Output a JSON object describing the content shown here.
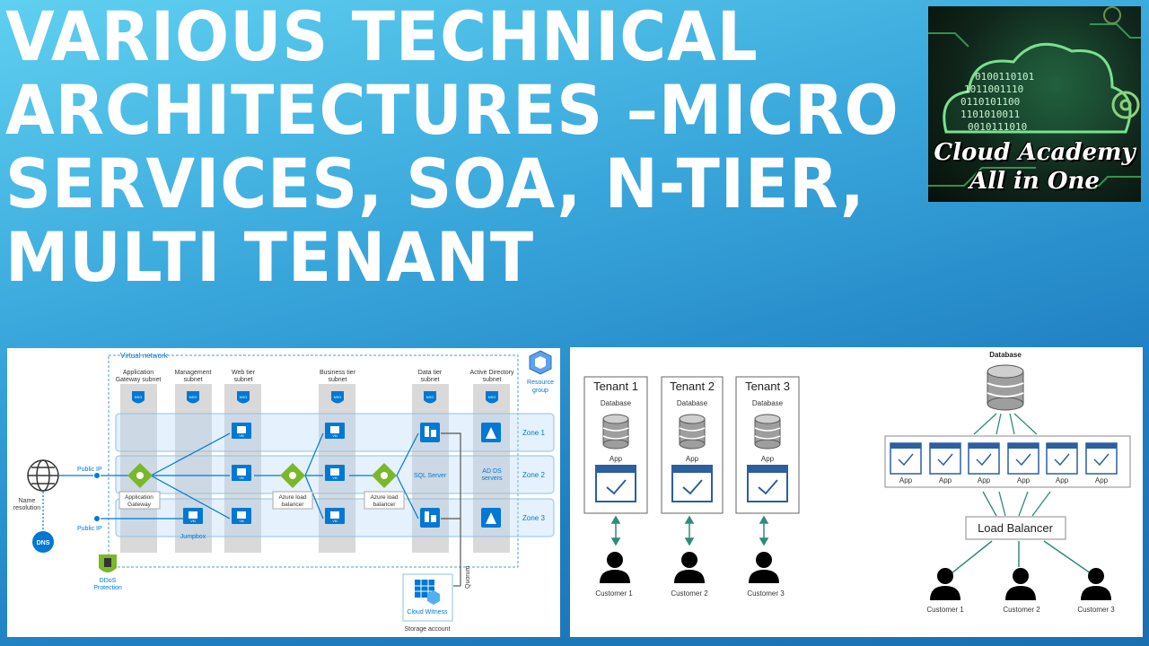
{
  "title": {
    "line1": "VARIOUS TECHNICAL",
    "line2": "ARCHITECTURES –MICRO",
    "line3": "SERVICES, SOA, N-TIER,",
    "line4": "MULTI TENANT"
  },
  "logo": {
    "line1": "Cloud Academy",
    "line2": "All in One",
    "binary": [
      "0100110101",
      "1011001110",
      "0110101100",
      "1101010011",
      "0010111010"
    ]
  },
  "ntier": {
    "virtual_network": "Virtual network",
    "resource_group": [
      "Resource",
      "group"
    ],
    "columns": [
      [
        "Application",
        "Gateway subnet"
      ],
      [
        "Management",
        "subnet"
      ],
      [
        "Web tier",
        "subnet"
      ],
      [
        "Business tier",
        "subnet"
      ],
      [
        "Data tier",
        "subnet"
      ],
      [
        "Active Directory",
        "subnet"
      ]
    ],
    "zones": [
      "Zone 1",
      "Zone 2",
      "Zone 3"
    ],
    "nsg": "NSG",
    "vm": "VM",
    "name_resolution": [
      "Name",
      "resolution"
    ],
    "dns": "DNS",
    "public_ip": "Public IP",
    "app_gateway": [
      "Application",
      "Gateway"
    ],
    "jumpbox": "Jumpbox",
    "lb": [
      "Azure load",
      "balancer"
    ],
    "sql_server": "SQL Server",
    "adds": [
      "AD DS",
      "servers"
    ],
    "ddos": [
      "DDoS",
      "Protection"
    ],
    "quorum": "Quorum",
    "cloud_witness": "Cloud Witness",
    "storage_account": "Storage account"
  },
  "tenant": {
    "tenants": [
      "Tenant 1",
      "Tenant 2",
      "Tenant 3"
    ],
    "database": "Database",
    "app": "App",
    "customers": [
      "Customer 1",
      "Customer 2",
      "Customer 3"
    ]
  },
  "multi": {
    "database": "Database",
    "app": "App",
    "load_balancer": "Load Balancer",
    "customers": [
      "Customer 1",
      "Customer 2",
      "Customer 3"
    ]
  },
  "colors": {
    "azure_blue": "#0078d4",
    "azure_green": "#7ab829",
    "title_white": "#ffffff",
    "tenant_teal": "#2e8b7a"
  }
}
